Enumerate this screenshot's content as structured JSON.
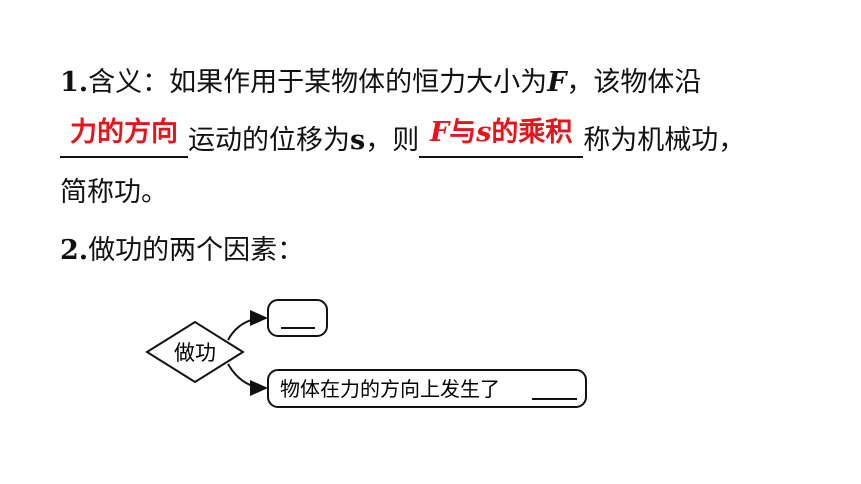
{
  "definition": {
    "number": "1.",
    "line1_text": "含义：如果作用于某物体的恒力大小为",
    "var_F": "F",
    "line1_end": "，该物体沿",
    "blank1_answer": "力的方向",
    "line2_mid": "运动的位移为",
    "var_s": "s",
    "line2_mid2": "，则",
    "blank2_answer_var_F": "F",
    "blank2_answer_mid": "与",
    "blank2_answer_var_s": "s",
    "blank2_answer_end": "的乘积",
    "line2_end": "称为机械功，",
    "line3": "简称功。"
  },
  "factors": {
    "number": "2.",
    "heading": "做功的两个因素："
  },
  "diagram": {
    "center_label": "做功",
    "branch_bottom_label": "物体在力的方向上发生了"
  }
}
